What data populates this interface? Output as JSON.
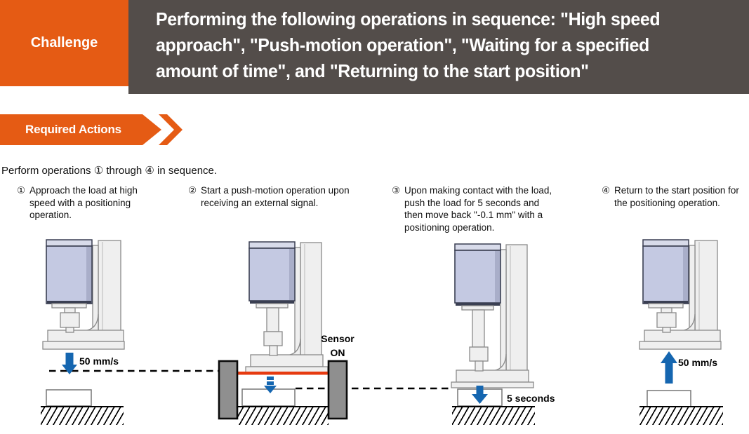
{
  "header": {
    "challenge_label": "Challenge",
    "title": "Performing the following operations in sequence: \"High speed\napproach\", \"Push-motion operation\", \"Waiting for a specified\namount of time\", and \"Returning to the start position\""
  },
  "ribbon": {
    "label": "Required Actions"
  },
  "intro": "Perform operations ① through ④ in sequence.",
  "steps": [
    {
      "num": "①",
      "text": "Approach the load at high\nspeed with a positioning\noperation."
    },
    {
      "num": "②",
      "text": "Start a push-motion operation upon\nreceiving an external signal."
    },
    {
      "num": "③",
      "text": "Upon making contact with the load,\npush the load for 5 seconds and\nthen move back \"-0.1 mm\" with a\npositioning operation."
    },
    {
      "num": "④",
      "text": "Return to the start position for\nthe positioning operation."
    }
  ],
  "diagram": {
    "speed_label_1": "50 mm/s",
    "sensor_line1": "Sensor",
    "sensor_line2": "ON",
    "push_time_label": "5 seconds",
    "speed_label_4": "50 mm/s"
  },
  "icons": {
    "ribbon_arrow": "double-chevron-right",
    "step1_arrow": "arrow-down",
    "step2_arrow": "dashed-arrow-down",
    "step3_arrow": "arrow-down",
    "step4_arrow": "arrow-up"
  },
  "colors": {
    "accent_orange": "#E55B14",
    "header_gray": "#534D4A",
    "arrow_blue": "#1566B0",
    "sensor_red": "#E63A10"
  }
}
